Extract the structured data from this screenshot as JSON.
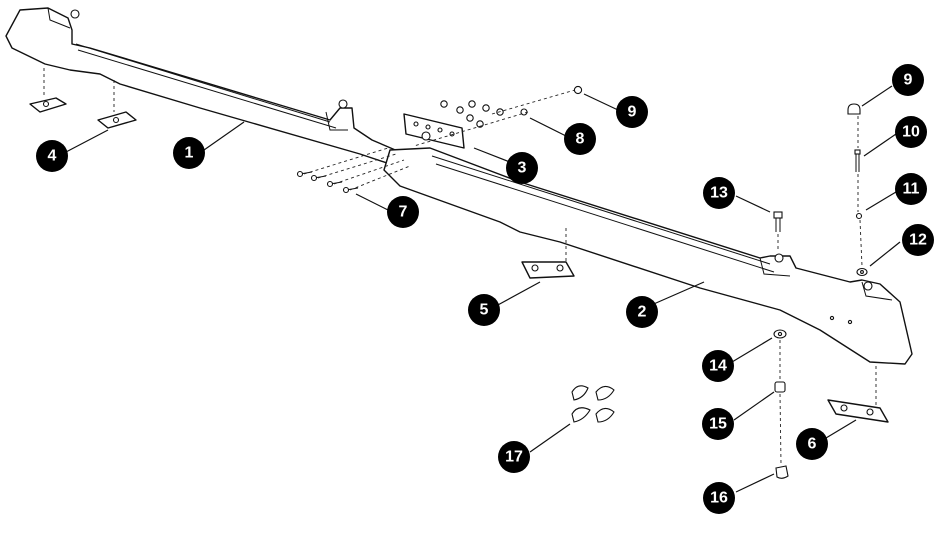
{
  "callouts": [
    {
      "id": "1",
      "label": "1"
    },
    {
      "id": "2",
      "label": "2"
    },
    {
      "id": "3",
      "label": "3"
    },
    {
      "id": "4",
      "label": "4"
    },
    {
      "id": "5",
      "label": "5"
    },
    {
      "id": "6",
      "label": "6"
    },
    {
      "id": "7",
      "label": "7"
    },
    {
      "id": "8",
      "label": "8"
    },
    {
      "id": "9a",
      "label": "9"
    },
    {
      "id": "9b",
      "label": "9"
    },
    {
      "id": "10",
      "label": "10"
    },
    {
      "id": "11",
      "label": "11"
    },
    {
      "id": "12",
      "label": "12"
    },
    {
      "id": "13",
      "label": "13"
    },
    {
      "id": "14",
      "label": "14"
    },
    {
      "id": "15",
      "label": "15"
    },
    {
      "id": "16",
      "label": "16"
    },
    {
      "id": "17",
      "label": "17"
    }
  ],
  "colors": {
    "ink": "#111111",
    "callout_fill": "#000000",
    "callout_text": "#ffffff",
    "background": "#ffffff"
  }
}
